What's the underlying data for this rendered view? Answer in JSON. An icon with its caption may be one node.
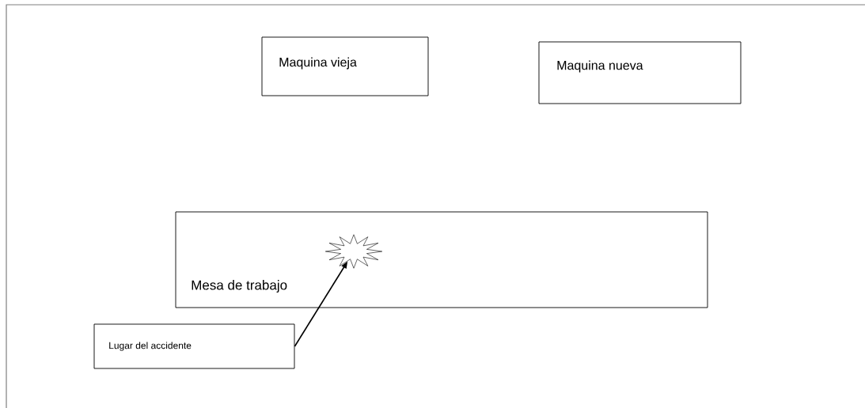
{
  "diagram": {
    "nodes": [
      {
        "text": [
          "Maquina vieja"
        ]
      },
      {
        "text": [
          "Maquina nueva"
        ]
      },
      {
        "text": [
          "Mesa de trabajo"
        ]
      },
      {
        "text": [],
        "shape": "star",
        "in": 2
      },
      {
        "text": [
          "Lugar del accidente"
        ]
      }
    ],
    "edges": [
      {
        "from": 4,
        "to": 3,
        "arrow": "to"
      }
    ]
  }
}
